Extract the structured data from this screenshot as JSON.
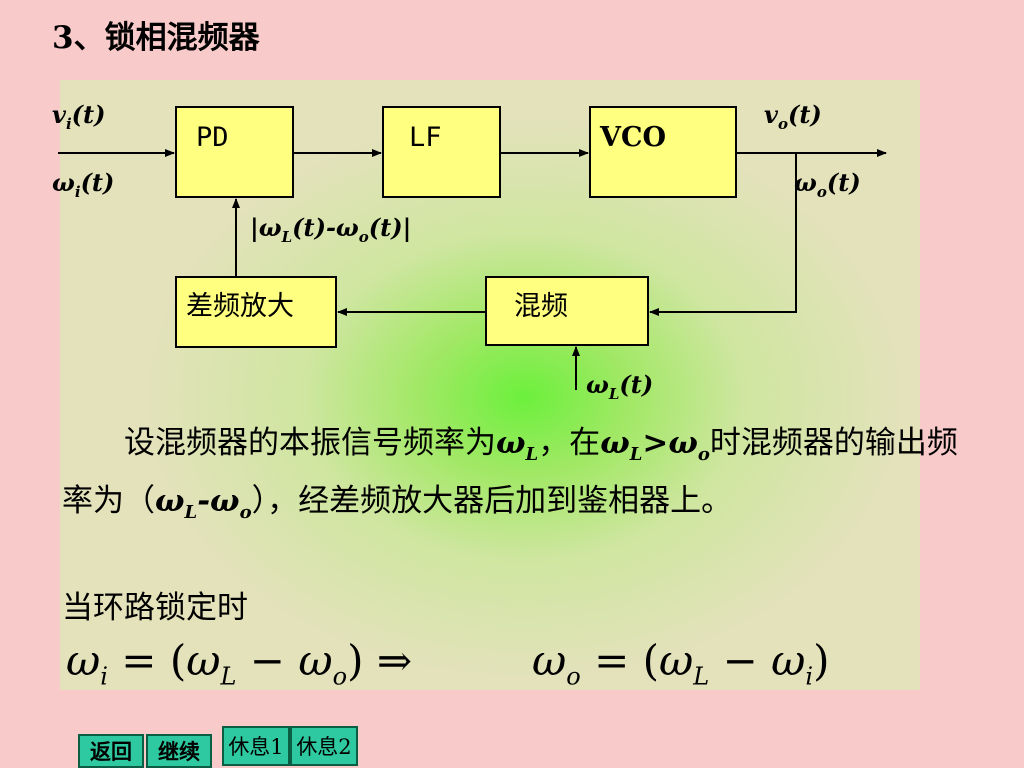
{
  "title": "3、锁相混频器",
  "diagram": {
    "blocks": {
      "pd": "PD",
      "lf": "LF",
      "vco": "VCO",
      "diff_amp": "差频放大",
      "mixer": "混频"
    },
    "labels": {
      "vi_main": "v",
      "vi_sub": "i",
      "vi_tail": "(t)",
      "wi_main": "ω",
      "wi_sub": "i",
      "wi_tail": "(t)",
      "vo_main": "v",
      "vo_sub": "o",
      "vo_tail": "(t)",
      "wo_main": "ω",
      "wo_sub": "o",
      "wo_tail": "(t)",
      "diff_a": "|ω",
      "diff_b": "L",
      "diff_c": "(t)-ω",
      "diff_d": "o",
      "diff_e": "(t)|",
      "wl_main": "ω",
      "wl_sub": "L",
      "wl_tail": "(t)"
    }
  },
  "paragraph": {
    "p1": "设混频器的本振信号频率为",
    "s1": "ω",
    "s1sub": "L",
    "p2": "，在",
    "s2": "ω",
    "s2sub": "L",
    "s2b": ">ω",
    "s2bsub": "o",
    "p3": "时混频器的输出频率为（",
    "s3": "ω",
    "s3sub": "L",
    "s3b": "-ω",
    "s3bsub": "o",
    "p4": "），经差频放大器后加到鉴相器上。"
  },
  "lock_note": "当环路锁定时",
  "formula1": {
    "a": "ω",
    "a_sub": "i",
    "eq": "=",
    "lp": "(",
    "b": "ω",
    "b_sub": "L",
    "minus": "−",
    "c": "ω",
    "c_sub": "o",
    "rp": ")",
    "implies": "⇒"
  },
  "formula2": {
    "a": "ω",
    "a_sub": "o",
    "eq": "=",
    "lp": "(",
    "b": "ω",
    "b_sub": "L",
    "minus": "−",
    "c": "ω",
    "c_sub": "i",
    "rp": ")"
  },
  "nav": {
    "back": "返回",
    "continue": "继续",
    "rest1": "休息1",
    "rest2": "休息2"
  },
  "colors": {
    "background": "#f9caca",
    "block_fill": "#ffff80",
    "glow_center": "#6cf03c",
    "nav_button": "#2ec9a0"
  }
}
